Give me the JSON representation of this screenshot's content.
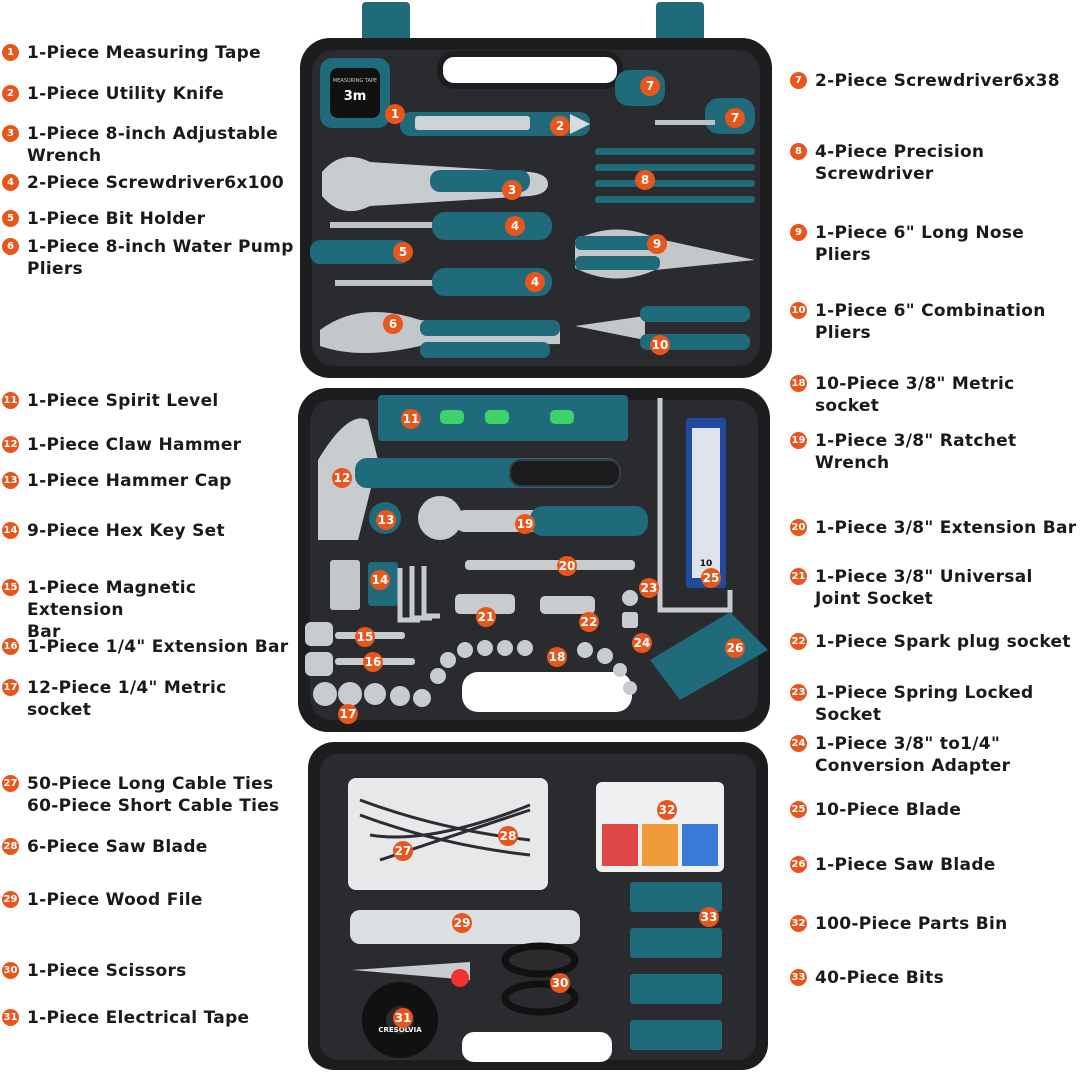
{
  "accent_color": "#e8561c",
  "tool_color": "#1f6b7c",
  "case_color": "#1c1d1f",
  "left_labels": [
    {
      "n": "1",
      "text": "1-Piece Measuring Tape"
    },
    {
      "n": "2",
      "text": "1-Piece Utility Knife"
    },
    {
      "n": "3",
      "text": "1-Piece 8-inch Adjustable\nWrench"
    },
    {
      "n": "4",
      "text": "2-Piece Screwdriver6x100"
    },
    {
      "n": "5",
      "text": "1-Piece Bit Holder"
    },
    {
      "n": "6",
      "text": "1-Piece 8-inch Water Pump\nPliers"
    },
    {
      "n": "11",
      "text": "1-Piece Spirit Level"
    },
    {
      "n": "12",
      "text": "1-Piece Claw Hammer"
    },
    {
      "n": "13",
      "text": "1-Piece Hammer Cap"
    },
    {
      "n": "14",
      "text": "9-Piece Hex Key Set"
    },
    {
      "n": "15",
      "text": "1-Piece Magnetic Extension\nBar"
    },
    {
      "n": "16",
      "text": "1-Piece 1/4\" Extension Bar"
    },
    {
      "n": "17",
      "text": "12-Piece 1/4\" Metric socket"
    },
    {
      "n": "27",
      "text": "50-Piece Long Cable Ties\n60-Piece Short Cable Ties"
    },
    {
      "n": "28",
      "text": "6-Piece Saw Blade"
    },
    {
      "n": "29",
      "text": "1-Piece Wood File"
    },
    {
      "n": "30",
      "text": "1-Piece  Scissors"
    },
    {
      "n": "31",
      "text": "1-Piece  Electrical Tape"
    }
  ],
  "right_labels": [
    {
      "n": "7",
      "text": "2-Piece Screwdriver6x38"
    },
    {
      "n": "8",
      "text": "4-Piece Precision\nScrewdriver"
    },
    {
      "n": "9",
      "text": "1-Piece 6\" Long Nose Pliers"
    },
    {
      "n": "10",
      "text": "1-Piece 6\" Combination\nPliers"
    },
    {
      "n": "18",
      "text": "10-Piece 3/8\" Metric socket"
    },
    {
      "n": "19",
      "text": "1-Piece 3/8\" Ratchet\nWrench"
    },
    {
      "n": "20",
      "text": "1-Piece 3/8\" Extension Bar"
    },
    {
      "n": "21",
      "text": "1-Piece 3/8\" Universal\nJoint Socket"
    },
    {
      "n": "22",
      "text": "1-Piece Spark plug socket"
    },
    {
      "n": "23",
      "text": "1-Piece Spring Locked Socket"
    },
    {
      "n": "24",
      "text": "1-Piece 3/8\" to1/4\"\nConversion Adapter"
    },
    {
      "n": "25",
      "text": "10-Piece Blade"
    },
    {
      "n": "26",
      "text": "1-Piece Saw Blade"
    },
    {
      "n": "32",
      "text": "100-Piece Parts Bin"
    },
    {
      "n": "33",
      "text": "40-Piece Bits"
    }
  ],
  "tool_markers": [
    "1",
    "2",
    "3",
    "4",
    "4",
    "5",
    "6",
    "7",
    "7",
    "8",
    "9",
    "10",
    "11",
    "12",
    "13",
    "14",
    "15",
    "16",
    "17",
    "18",
    "19",
    "20",
    "21",
    "22",
    "23",
    "24",
    "25",
    "26",
    "27",
    "28",
    "29",
    "30",
    "31",
    "32",
    "33"
  ],
  "product_text": {
    "brand": "CRESOLVIA",
    "tape_measure": "3m",
    "tape_caption": "MEASURING TAPE",
    "blade_count": "10"
  }
}
